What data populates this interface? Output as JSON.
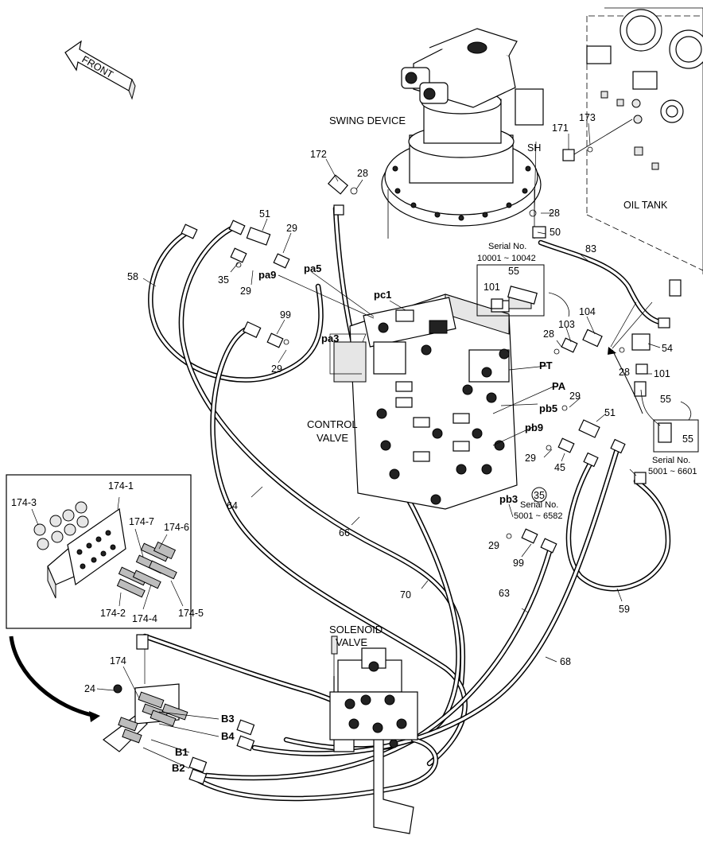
{
  "titles": {
    "front": "FRONT",
    "swing_device": "SWING DEVICE",
    "oil_tank": "OIL TANK",
    "control_valve_1": "CONTROL",
    "control_valve_2": "VALVE",
    "solenoid_valve_1": "SOLENOID",
    "solenoid_valve_2": "VALVE"
  },
  "serials": {
    "s1_title": "Serial No.",
    "s1_range": "10001 ~ 10042",
    "s2_title": "Serial No.",
    "s2_range": "5001 ~ 6601",
    "s3_title": "Serial No.",
    "s3_range": "5001 ~ 6582"
  },
  "ports": {
    "sh": "SH",
    "pc1": "pc1",
    "pa5": "pa5",
    "pa9": "pa9",
    "pa3": "pa3",
    "pt": "PT",
    "pa": "PA",
    "pb5": "pb5",
    "pb9": "pb9",
    "pb3": "pb3",
    "b1": "B1",
    "b2": "B2",
    "b3": "B3",
    "b4": "B4"
  },
  "callouts": {
    "c172": "172",
    "c28a": "28",
    "c51a": "51",
    "c29a": "29",
    "c58": "58",
    "c35": "35",
    "c29b": "29",
    "c99a": "99",
    "c29c": "29",
    "c28b": "28",
    "c50": "50",
    "c83": "83",
    "c171": "171",
    "c173": "173",
    "c101a": "101",
    "c55a": "55",
    "c104": "104",
    "c28c": "28",
    "c103": "103",
    "c54": "54",
    "c28d": "28",
    "c101b": "101",
    "c55b": "55",
    "c55c": "55",
    "c29d": "29",
    "c51b": "51",
    "c29e": "29",
    "c45": "45",
    "c35c": "35",
    "c29f": "29",
    "c99b": "99",
    "c64": "64",
    "c66": "66",
    "c70": "70",
    "c63": "63",
    "c59": "59",
    "c68": "68",
    "c174": "174",
    "c24": "24",
    "i174_1": "174-1",
    "i174_3": "174-3",
    "i174_7": "174-7",
    "i174_6": "174-6",
    "i174_2": "174-2",
    "i174_4": "174-4",
    "i174_5": "174-5"
  }
}
